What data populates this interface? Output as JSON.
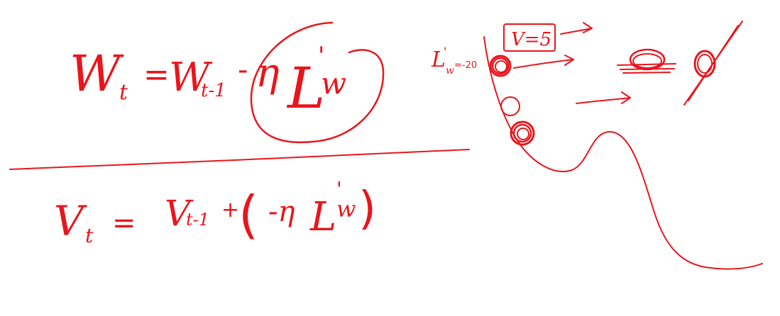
{
  "whiteboard": {
    "ink_color": "#e8161c",
    "background": "#ffffff",
    "eq1": {
      "lhs": "W",
      "lhs_sub": "t",
      "eq": "=",
      "w": "W",
      "w_sub": "t-1",
      "minus": "-",
      "eta": "η",
      "L": "L",
      "prime": "'",
      "L_sub": "w"
    },
    "eq2": {
      "lhs": "V",
      "lhs_sub": "t",
      "eq": "=",
      "v": "V",
      "v_sub": "t-1",
      "plus": "+",
      "paren_open": "(",
      "term": "-η",
      "L": "L",
      "prime": "'",
      "L_sub": "w",
      "paren_close": ")"
    },
    "slope_label": {
      "L": "L",
      "prime": "'",
      "sub": "w",
      "value": "=-20"
    },
    "velocity_label": "V=5"
  }
}
